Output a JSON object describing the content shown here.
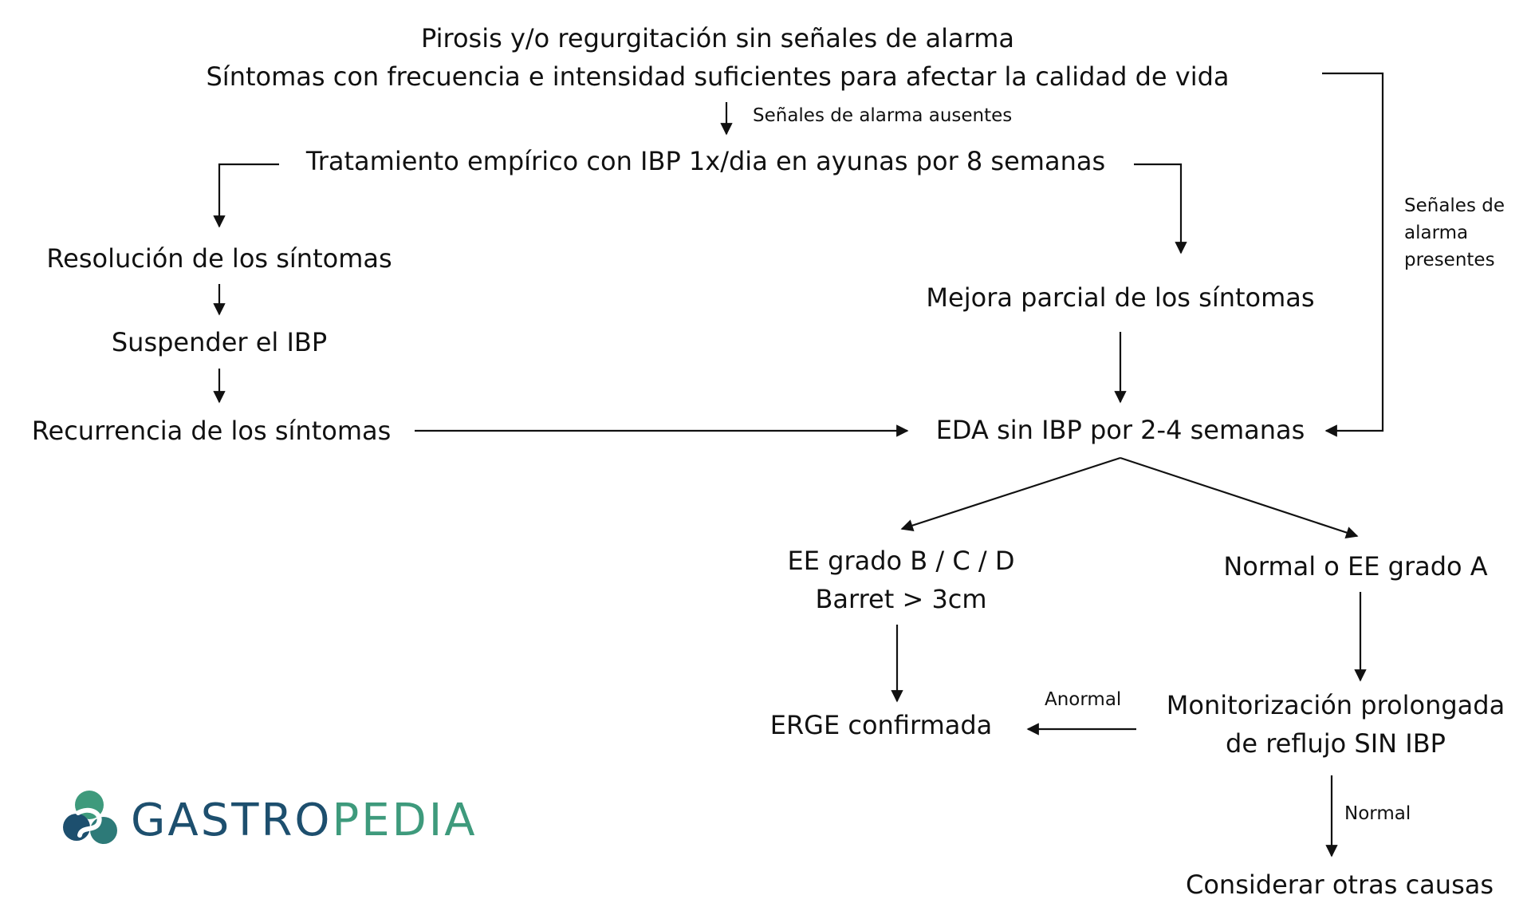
{
  "nodes": {
    "start_line1": "Pirosis y/o regurgitación sin señales de alarma",
    "start_line2": "Síntomas con frecuencia e intensidad suficientes para afectar la calidad de vida",
    "treatment": "Tratamiento empírico con IBP 1x/dia en ayunas por 8 semanas",
    "resolution": "Resolución de los síntomas",
    "suspend": "Suspender el IBP",
    "recurrence": "Recurrencia de los síntomas",
    "partial": "Mejora parcial de los síntomas",
    "eda": "EDA sin IBP por 2-4 semanas",
    "ee_bcd_line1": "EE grado B / C / D",
    "ee_bcd_line2": "Barret > 3cm",
    "normal_a": "Normal o EE grado A",
    "erge": "ERGE confirmada",
    "monitor_line1": "Monitorización prolongada",
    "monitor_line2": "de reflujo SIN IBP",
    "other": "Considerar otras causas"
  },
  "edge_labels": {
    "no_alarm": "Señales de alarma ausentes",
    "alarm_line1": "Señales de",
    "alarm_line2": "alarma",
    "alarm_line3": "presentes",
    "abnormal": "Anormal",
    "normal": "Normal"
  },
  "logo": {
    "text_part1": "GASTRO",
    "text_part2": "PEDIA",
    "colors": {
      "dark": "#1d4f6e",
      "light": "#3e9a7c"
    }
  }
}
